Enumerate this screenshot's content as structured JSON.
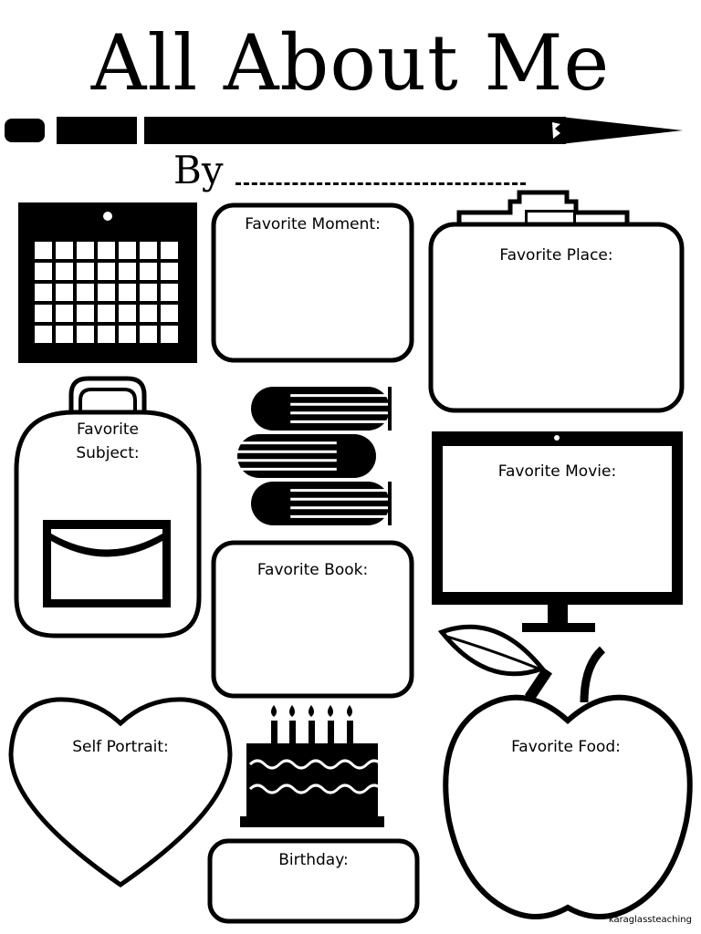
{
  "title": "All About Me",
  "by_label": "By",
  "labels": {
    "moment": "Favorite Moment:",
    "place": "Favorite Place:",
    "subject_line1": "Favorite",
    "subject_line2": "Subject:",
    "movie": "Favorite Movie:",
    "book": "Favorite Book:",
    "portrait": "Self Portrait:",
    "food": "Favorite Food:",
    "birthday": "Birthday:"
  },
  "credit": "karaglassteaching",
  "icons": [
    "pencil-icon",
    "calendar-icon",
    "briefcase-icon",
    "backpack-icon",
    "books-icon",
    "computer-monitor-icon",
    "apple-icon",
    "heart-icon",
    "birthday-cake-icon"
  ]
}
